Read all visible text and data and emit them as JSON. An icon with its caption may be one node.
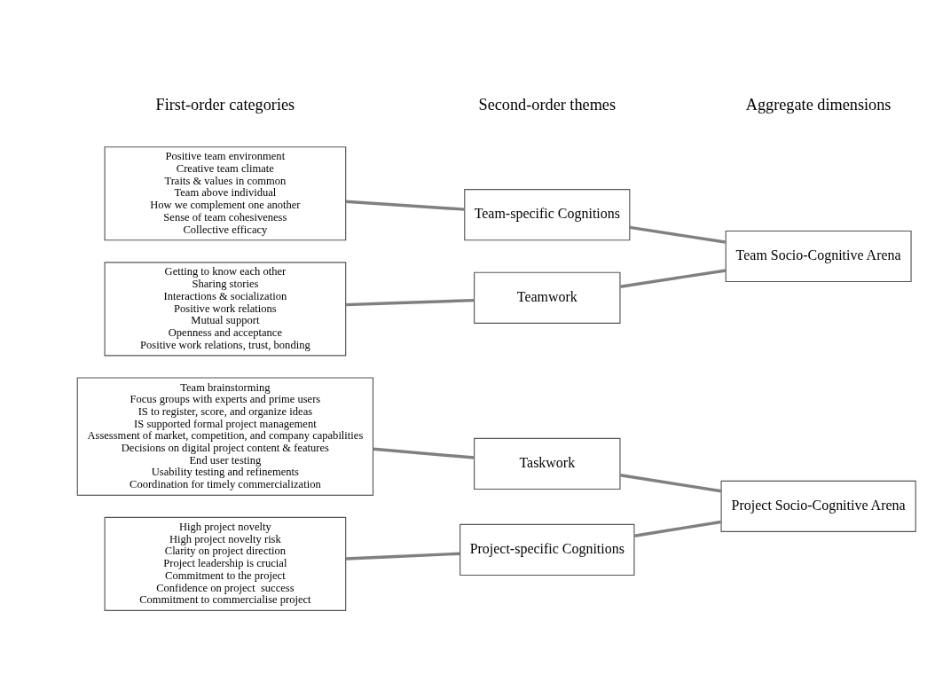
{
  "diagram": {
    "nodes": [
      {
        "text": [
          "Positive team environment",
          "Creative team climate",
          "Traits & values in common",
          "Team above individual",
          "How we complement one another",
          "Sense of team cohesiveness",
          "Collective efficacy"
        ]
      },
      {
        "text": [
          "Getting to know each other",
          "Sharing stories",
          "Interactions & socialization",
          "Positive work relations",
          "Mutual support",
          "Openness and acceptance",
          "Positive work relations, trust, bonding"
        ]
      },
      {
        "text": [
          "High project novelty",
          "High project novelty risk",
          "Clarity on project direction",
          "Project leadership is crucial",
          "Commitment to the project",
          "Confidence on project  success",
          "Commitment to commercialise project"
        ]
      },
      {
        "text": [
          "Team brainstorming",
          "Focus groups with experts and prime users",
          "IS to register, score, and organize ideas",
          "IS supported formal project management",
          "Assessment of market, competition, and company capabilities",
          "Decisions on digital project content & features",
          "End user testing",
          "Usability testing and refinements",
          "Coordination for timely commercialization"
        ]
      },
      {
        "text": [
          "Team-specific Cognitions"
        ]
      },
      {
        "text": [
          "Teamwork"
        ]
      },
      {
        "text": [
          "Project-specific Cognitions"
        ]
      },
      {
        "text": [
          "Taskwork"
        ]
      },
      {
        "text": [
          "Team Socio-Cognitive Arena"
        ]
      },
      {
        "text": [
          "Project Socio-Cognitive Arena"
        ]
      }
    ],
    "edges": [
      {
        "from": 0,
        "to": 4,
        "arrow": "none"
      },
      {
        "from": 1,
        "to": 5,
        "arrow": "none"
      },
      {
        "from": 2,
        "to": 6,
        "arrow": "none"
      },
      {
        "from": 3,
        "to": 7,
        "arrow": "none"
      },
      {
        "from": 4,
        "to": 8,
        "arrow": "none"
      },
      {
        "from": 5,
        "to": 8,
        "arrow": "none"
      },
      {
        "from": 6,
        "to": 9,
        "arrow": "none"
      },
      {
        "from": 7,
        "to": 9,
        "arrow": "none"
      }
    ],
    "labels": [
      "First-order categories",
      "Second-order themes",
      "Aggregate dimensions"
    ]
  }
}
